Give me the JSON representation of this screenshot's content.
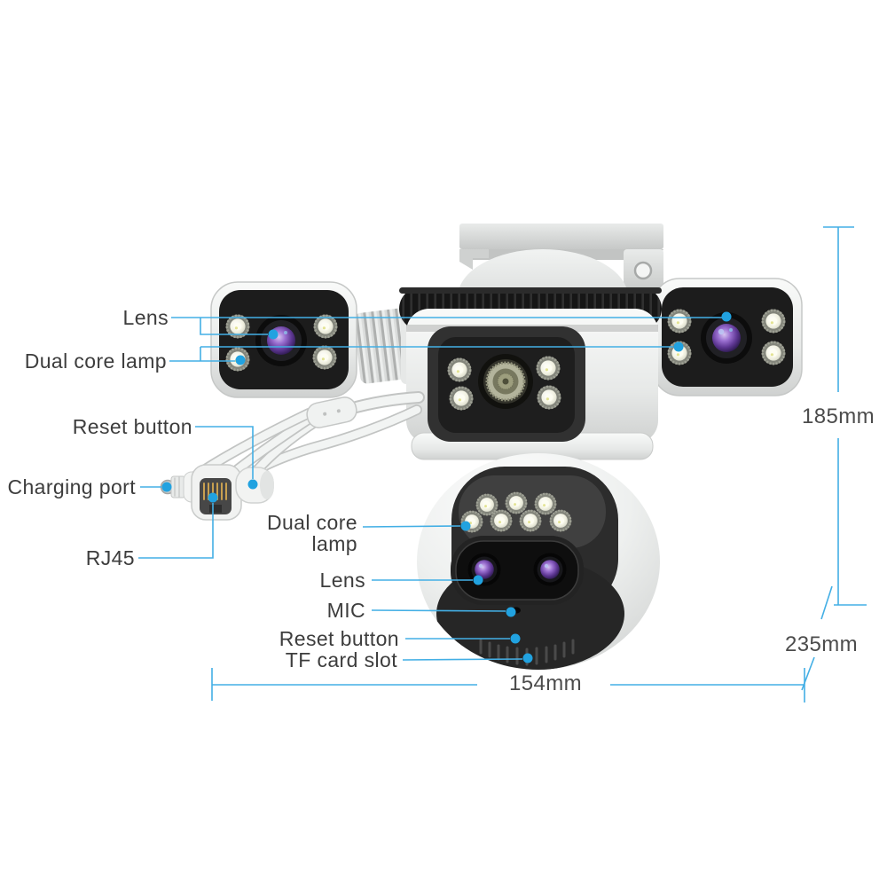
{
  "page": {
    "background": "#ffffff"
  },
  "palette": {
    "leader_line": "#43afe5",
    "leader_dot": "#21a2e0",
    "label_text": "#3d3d3d",
    "dimension_text": "#4c4c4c",
    "camera_body_white": "#eef0ef",
    "camera_face_black": "#1c1c1c",
    "lens_iris_purple": "#6a3fa0"
  },
  "labels": {
    "left": {
      "lens": "Lens",
      "dual_core_lamp": "Dual core lamp",
      "reset_button": "Reset button",
      "charging_port": "Charging port",
      "rj45": "RJ45"
    },
    "center": {
      "dual_core_lamp_line1": "Dual core",
      "dual_core_lamp_line2": "lamp",
      "lens": "Lens",
      "mic": "MIC",
      "reset_button": "Reset button",
      "tf_card_slot": "TF card slot"
    }
  },
  "dimensions": {
    "height": "185mm",
    "depth": "235mm",
    "width": "154mm"
  }
}
